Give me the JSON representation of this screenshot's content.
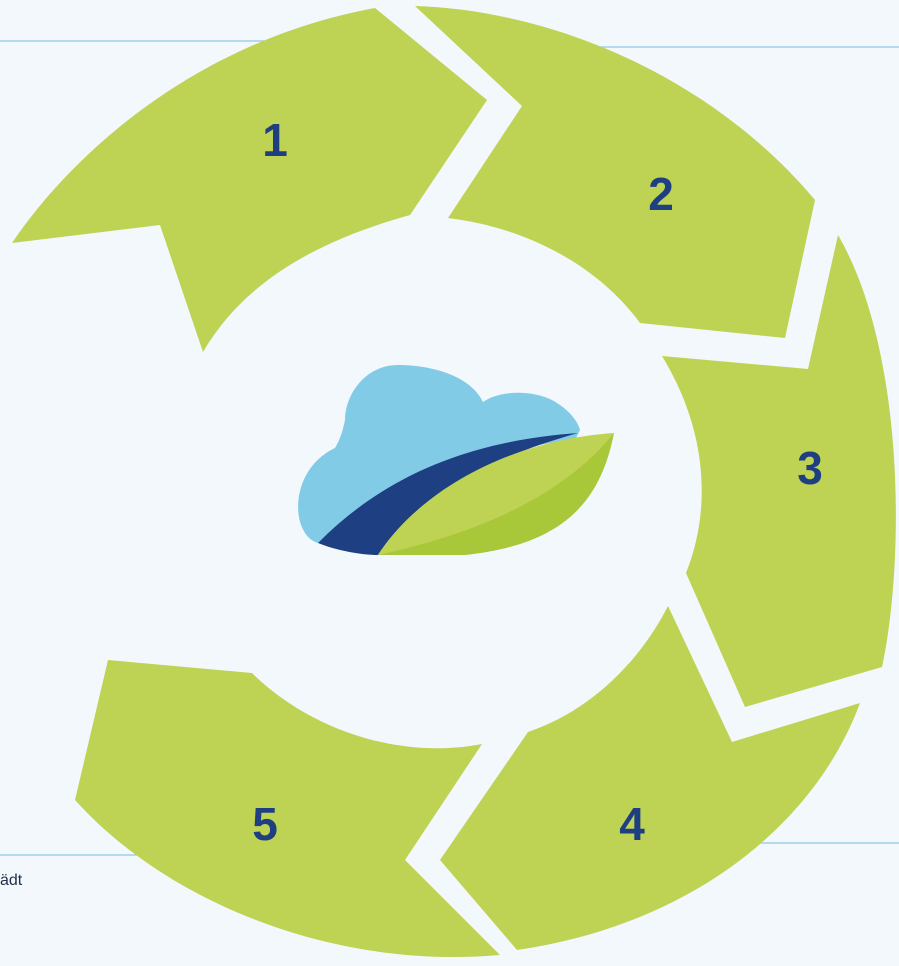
{
  "diagram": {
    "steps": [
      {
        "label": "1"
      },
      {
        "label": "2"
      },
      {
        "label": "3"
      },
      {
        "label": "4"
      },
      {
        "label": "5"
      }
    ],
    "footer_fragment": "ädt"
  },
  "colors": {
    "background": "#f2f8fb",
    "step_fill": "#bed254",
    "number_text": "#1f3f83",
    "rule_line": "#8ec7e6",
    "cloud_light_blue": "#82cbe6",
    "cloud_navy_swoosh": "#1f3f83",
    "cloud_leaf_green": "#bed254",
    "cloud_leaf_dark": "#a8c83a"
  },
  "icons": {
    "center_logo": "cloud-leaf-logo-icon"
  }
}
